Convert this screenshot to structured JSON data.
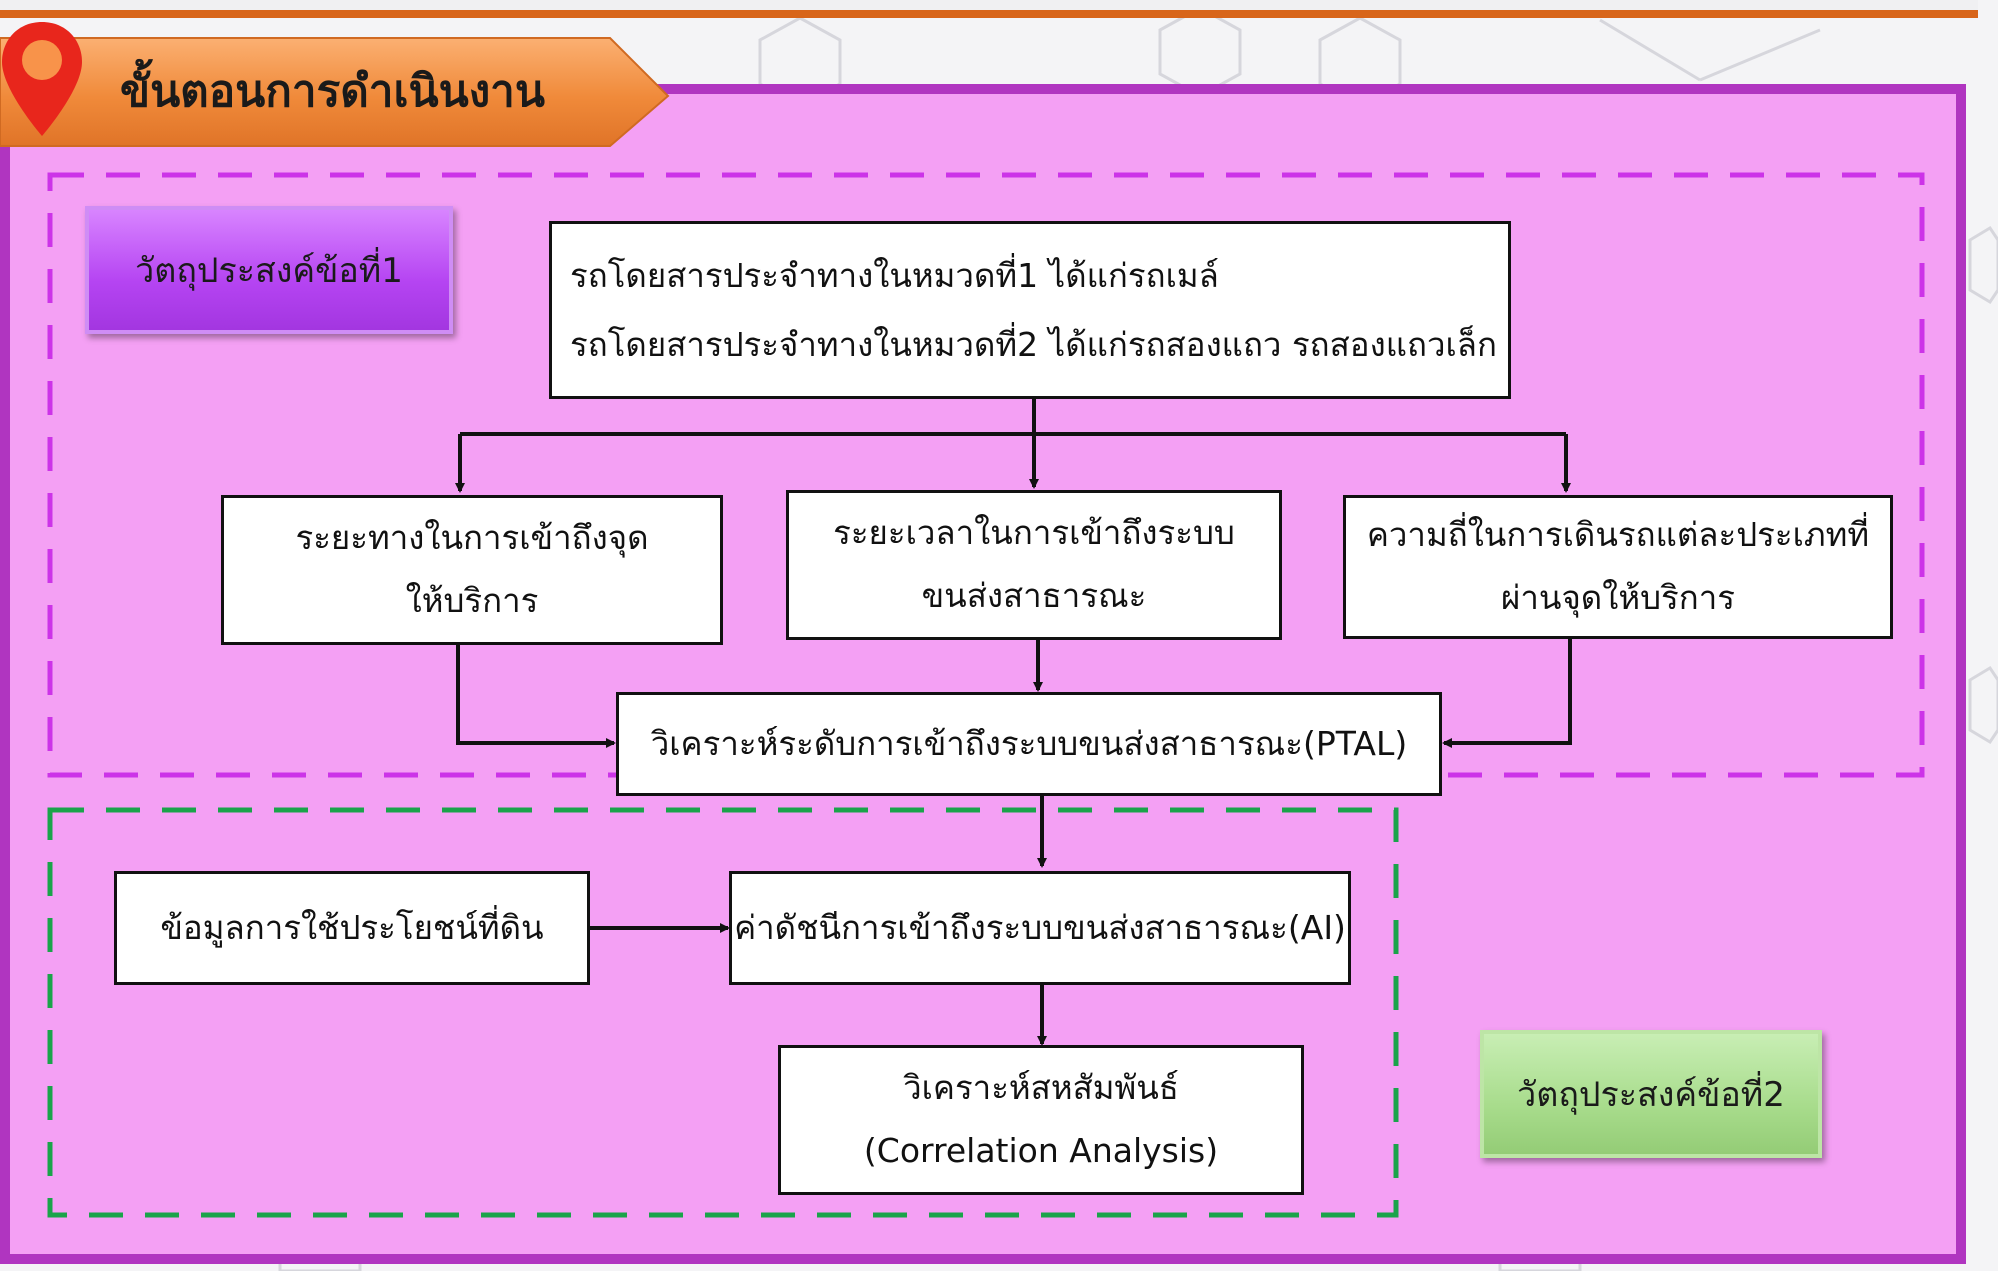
{
  "header": {
    "title": "ขั้นตอนการดำเนินงาน"
  },
  "objectives": {
    "obj1_label": "วัตถุประสงค์ข้อที่1",
    "obj2_label": "วัตถุประสงค์ข้อที่2"
  },
  "flow": {
    "bus_types_line1": "รถโดยสารประจำทางในหมวดที่1 ได้แก่รถเมล์",
    "bus_types_line2": "รถโดยสารประจำทางในหมวดที่2 ได้แก่รถสองแถว รถสองแถวเล็ก",
    "distance_line1": "ระยะทางในการเข้าถึงจุด",
    "distance_line2": "ให้บริการ",
    "time_line1": "ระยะเวลาในการเข้าถึงระบบ",
    "time_line2": "ขนส่งสาธารณะ",
    "frequency_line1": "ความถี่ในการเดินรถแต่ละประเภทที่",
    "frequency_line2": "ผ่านจุดให้บริการ",
    "ptal": "วิเคราะห์ระดับการเข้าถึงระบบขนส่งสาธารณะ(PTAL)",
    "land_use": "ข้อมูลการใช้ประโยชน์ที่ดิน",
    "ai_index": "ค่าดัชนีการเข้าถึงระบบขนส่งสาธารณะ(AI)",
    "correlation_line1": "วิเคราะห์สหสัมพันธ์",
    "correlation_line2": "(Correlation Analysis)"
  },
  "colors": {
    "panel_bg": "#f4a0f4",
    "panel_border": "#b035c0",
    "objective1_dashed": "#cc33e8",
    "objective2_dashed": "#1aa34a",
    "banner": "#f08a3a",
    "pin": "#e8261c",
    "top_bar": "#d8651a"
  }
}
